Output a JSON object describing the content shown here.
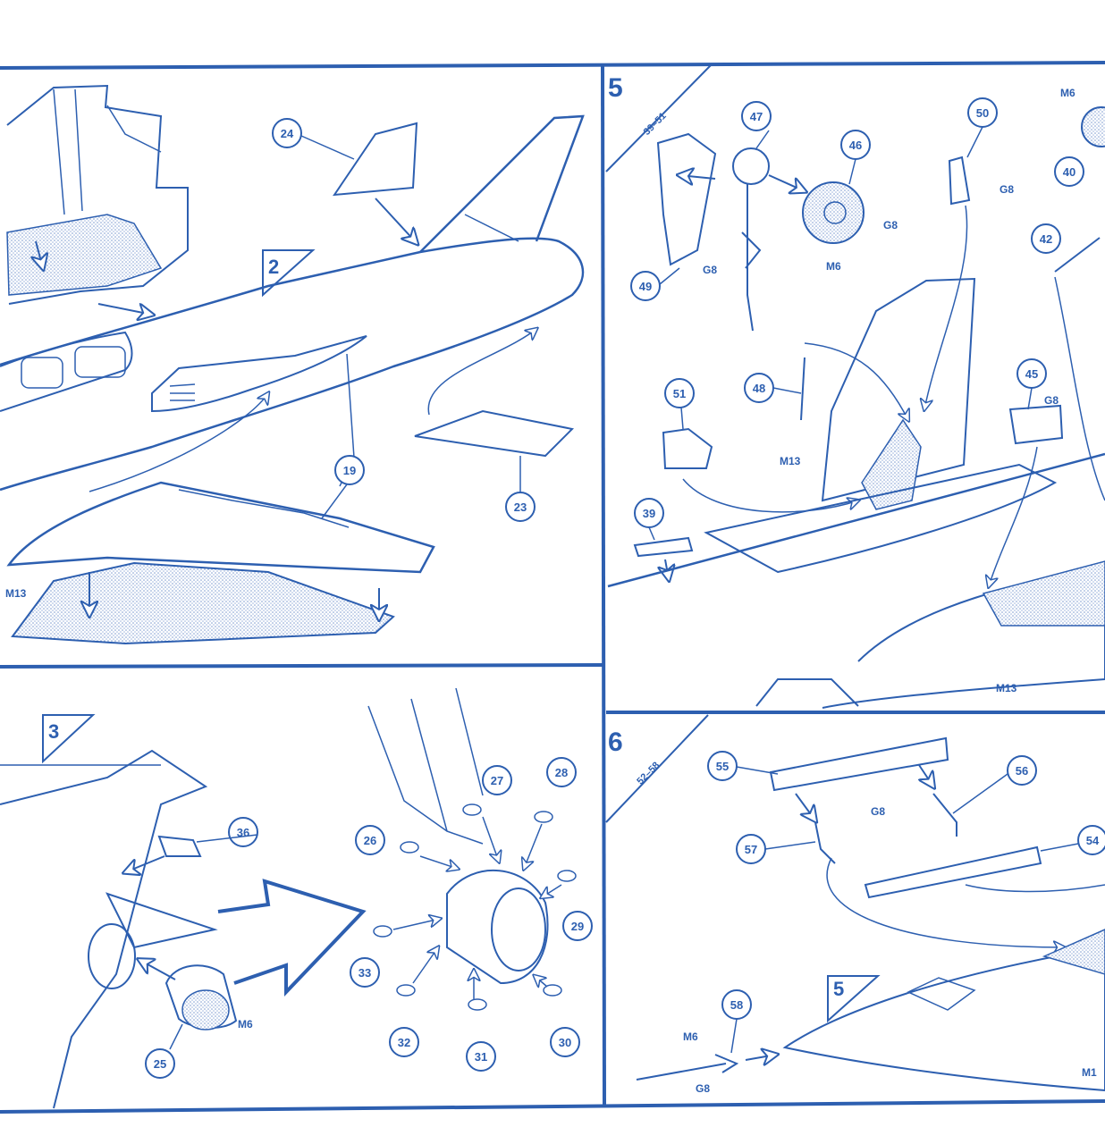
{
  "colors": {
    "ink": "#2d5fb0",
    "paper": "#ffffff",
    "hatch": "#8fa9d6"
  },
  "steps": {
    "s2": {
      "number": "2"
    },
    "s3": {
      "number": "3"
    },
    "s5": {
      "number": "5",
      "range": "39–51"
    },
    "s6": {
      "number": "6",
      "range": "52–58"
    },
    "s6_ref": {
      "number": "5"
    }
  },
  "parts": {
    "p19": "19",
    "p23": "23",
    "p24": "24",
    "p25": "25",
    "p26": "26",
    "p27": "27",
    "p28": "28",
    "p29": "29",
    "p30": "30",
    "p31": "31",
    "p32": "32",
    "p33": "33",
    "p36": "36",
    "p39": "39",
    "p40": "40",
    "p42": "42",
    "p45": "45",
    "p46": "46",
    "p47": "47",
    "p48": "48",
    "p49": "49",
    "p50": "50",
    "p51": "51",
    "p54": "54",
    "p55": "55",
    "p56": "56",
    "p57": "57",
    "p58": "58"
  },
  "codes": {
    "m13_wing": "M13",
    "m6_nozzle": "M6",
    "m6_wheel": "M6",
    "m6_corner": "M6",
    "g8_wheel": "G8",
    "g8_50": "G8",
    "g8_49": "G8",
    "m13_seat": "M13",
    "g8_45": "G8",
    "m13_bottom": "M13",
    "g8_55": "G8",
    "m6_probe": "M6",
    "g8_probe": "G8",
    "m1_edge": "M1"
  }
}
